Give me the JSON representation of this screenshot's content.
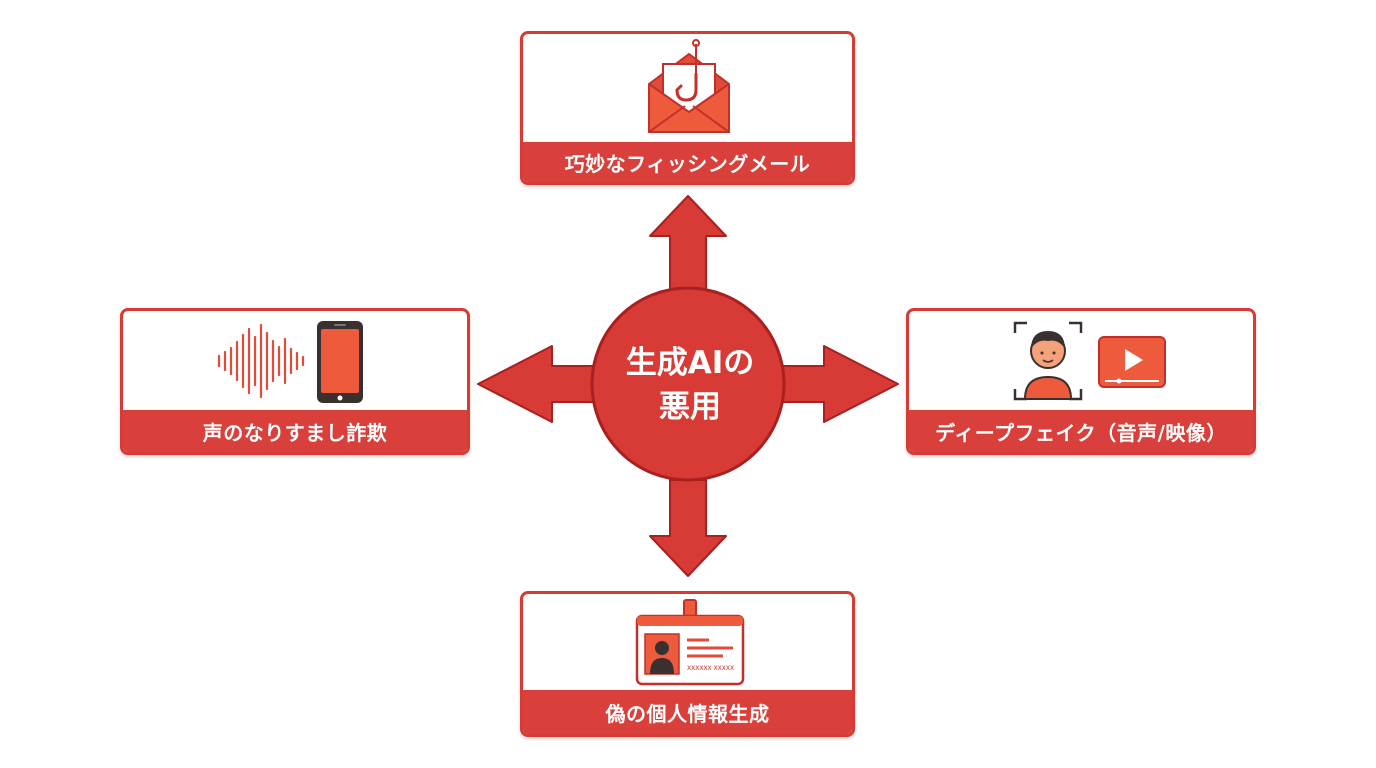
{
  "center": {
    "line1": "生成AIの",
    "line2": "悪用"
  },
  "nodes": {
    "top": {
      "label": "巧妙なフィッシングメール",
      "icon": "phishing-email-icon"
    },
    "left": {
      "label": "声のなりすまし詐欺",
      "icon": "voice-phone-icon"
    },
    "right": {
      "label": "ディープフェイク（音声/映像）",
      "icon": "deepfake-face-video-icon"
    },
    "bottom": {
      "label": "偽の個人情報生成",
      "icon": "fake-id-card-icon",
      "card_text": "XXXXXX XXXXX"
    }
  },
  "colors": {
    "primary": "#d83a36",
    "label_bg": "#d9403c",
    "icon_fill": "#ee5a3c",
    "dark": "#3a3030"
  }
}
